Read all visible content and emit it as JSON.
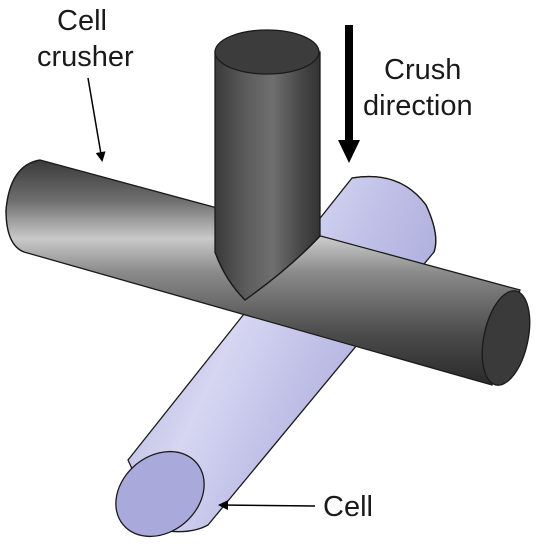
{
  "labels": {
    "cell_crusher_line1": "Cell",
    "cell_crusher_line2": "crusher",
    "crush_direction_line1": "Crush",
    "crush_direction_line2": "direction",
    "cell": "Cell"
  },
  "colors": {
    "crusher_body": "#5a5a5a",
    "crusher_cap": "#3c3c3c",
    "cell_body": "#b8b8e6",
    "cell_cap": "#a3a3d8",
    "outline": "#1a1a1a",
    "arrow": "#000000"
  }
}
